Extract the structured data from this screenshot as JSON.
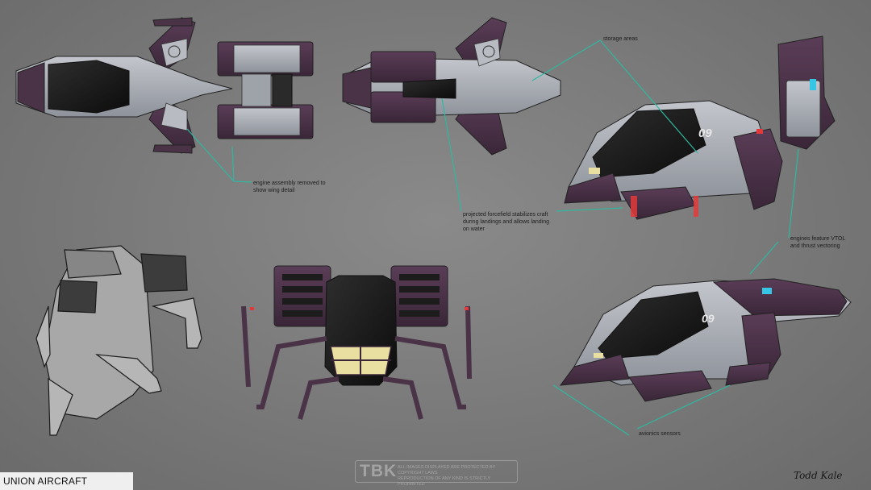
{
  "title": "UNION AIRCRAFT",
  "annotations": {
    "storage": "storage areas",
    "engine_assembly": "engine assembly removed to\nshow wing detail",
    "forcefield": "projected forcefield stabilizes craft\nduring landings and allows landing\non water",
    "engines_vtol": "engines feature VTOL\nand thrust vectoring",
    "avionics": "avionics sensors"
  },
  "hull_number": "09",
  "watermark": {
    "logo": "TBK",
    "text": "ALL IMAGES DISPLAYED ARE PROTECTED BY COPYRIGHT LAWS\nREPRODUCTION OF ANY KIND IS STRICTLY PROHIBITED"
  },
  "signature": "Todd Kale",
  "colors": {
    "background": "#7c7c7c",
    "hull_purple": "#4a3247",
    "hull_gray": "#a9adb4",
    "canopy": "#161616",
    "callout_line": "#2fb8a0",
    "forcefield_red": "#e23a3a",
    "cockpit_glow": "#e9dfa0"
  }
}
